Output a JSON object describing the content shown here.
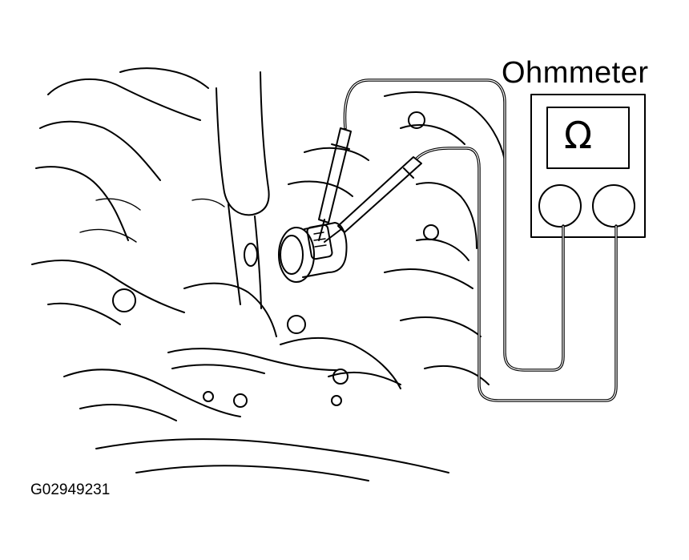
{
  "labels": {
    "meter_name": "Ohmmeter",
    "meter_symbol": "Ω",
    "figure_id": "G02949231"
  },
  "icons": {
    "meter": "ohmmeter-icon",
    "probe": "test-probe-icon",
    "connector": "sensor-connector-icon"
  }
}
